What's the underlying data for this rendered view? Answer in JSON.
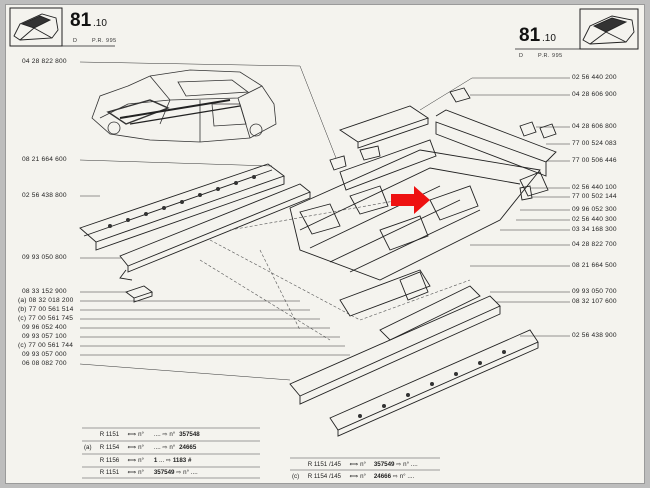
{
  "header_left": {
    "page_number": "81",
    "page_suffix": ".10",
    "code_d": "D",
    "code_pr": "P.R. 995"
  },
  "header_right": {
    "page_number": "81",
    "page_suffix": ".10",
    "code_d": "D",
    "code_pr": "P.R. 995"
  },
  "labels_left": [
    "04 28 822 800",
    "08 21 664 600",
    "02 56 438 800",
    "09 93 050 800",
    "08 33 152 900",
    "(a) 08 32 018 200",
    "(b) 77 00 561 514",
    "(c) 77 00 561 745",
    "09 96 052 400",
    "09 93 057 100",
    "(c) 77 00 561 744",
    "09 93 057 000",
    "06 08 082 700"
  ],
  "labels_right": [
    "02 56 440 200",
    "04 28 606 900",
    "04 28 606 800",
    "77 00 524 083",
    "77 00 506 446",
    "02 56 440 100",
    "77 00 502 144",
    "09 96 052 300",
    "02 56 440 300",
    "03 34 168 300",
    "04 28 822 700",
    "08 21 664 500",
    "09 93 050 700",
    "08 32 107 600",
    "02 56 438 900"
  ],
  "table_left": [
    {
      "prefix": "",
      "model": "R 1151",
      "n1": "n°",
      "n2": "n°",
      "value": "357548"
    },
    {
      "prefix": "(a)",
      "model": "R 1154",
      "n1": "n°",
      "n2": "n°",
      "value": "24665"
    },
    {
      "prefix": "",
      "model": "R 1156",
      "n1": "n°",
      "n2": "1",
      "value": "1183 #"
    },
    {
      "prefix": "",
      "model": "R 1151",
      "n1": "n°",
      "n2": "357549",
      "value": "n°"
    }
  ],
  "table_right": [
    {
      "prefix": "",
      "model": "R 1151 /145",
      "n1": "n°",
      "n2": "357549",
      "value": "n°"
    },
    {
      "prefix": "(c)",
      "model": "R 1154 /145",
      "n1": "n°",
      "n2": "24666",
      "value": "n°"
    }
  ],
  "colors": {
    "paper": "#f4f3ee",
    "ink": "#2a2a2a",
    "arrow": "#ee1111"
  },
  "icons": [
    "car-thumbnail-icon",
    "red-arrow-icon"
  ]
}
